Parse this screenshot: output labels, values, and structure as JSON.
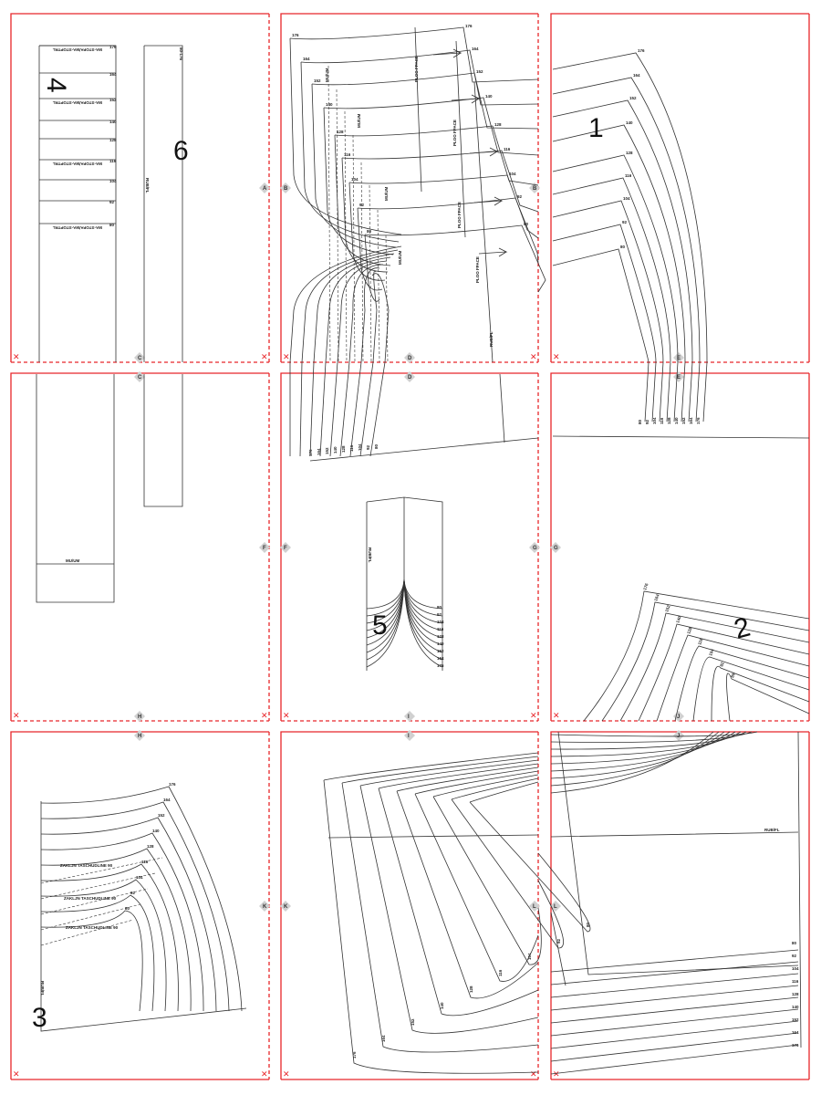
{
  "colors": {
    "tile_border": "#e8262a",
    "line": "#333333",
    "marker": "#d0d0d0"
  },
  "piece_numbers": [
    "1",
    "2",
    "3",
    "4",
    "5",
    "6"
  ],
  "sizes": [
    "176",
    "164",
    "152",
    "140",
    "128",
    "116",
    "104",
    "92",
    "80"
  ],
  "sizes_piece5": [
    "80",
    "92",
    "104",
    "116",
    "128",
    "140",
    "152",
    "164",
    "176"
  ],
  "markers": [
    "A",
    "B",
    "C",
    "D",
    "E",
    "F",
    "G",
    "H",
    "I",
    "J",
    "K",
    "L"
  ],
  "labels": {
    "stopper": "MA-STOPA/MA-STOPTRL",
    "hem": "MU/UM",
    "fold_pleat": "PLOO FPACE",
    "fold": "RUB/FL",
    "pocket": "ZAKLJN TASCHUDLINE 90",
    "piece6_size": "80-176"
  },
  "cut_mark": "✕"
}
